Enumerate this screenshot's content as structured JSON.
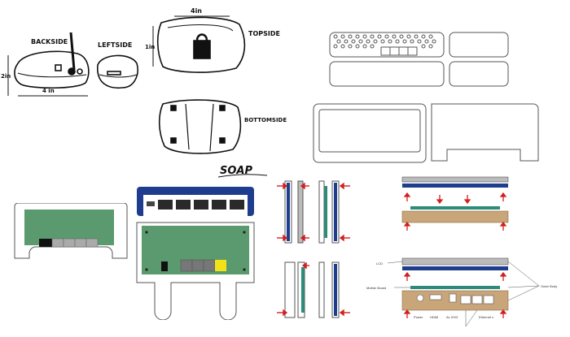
{
  "sketch": {
    "labels": {
      "backside": "BACKSIDE",
      "leftside": "LEFTSIDE",
      "topside": "TOPSIDE",
      "bottomside": "BOTTOMSIDE",
      "dim_2in": "2in",
      "dim_4in_back": "4 in",
      "dim_4in_top": "4in",
      "dim_1in": "1in",
      "title": "SOAP"
    }
  },
  "exploded": {
    "left_callout": "LCD",
    "left_callout2": "Mother Board",
    "bottom_labels": [
      "Power",
      "HDMI",
      "Ac 2H/3",
      "Ethernet x"
    ],
    "right_callout": "Outer Body"
  },
  "colors": {
    "pcb_green": "#5b9a6e",
    "lcd_blue": "#1f3d8f",
    "wood": "#c9a57a",
    "teal": "#2e8b7a",
    "arrow_red": "#d21f1f",
    "port_gray": "#9a9a9a",
    "port_yellow": "#f2e318"
  }
}
